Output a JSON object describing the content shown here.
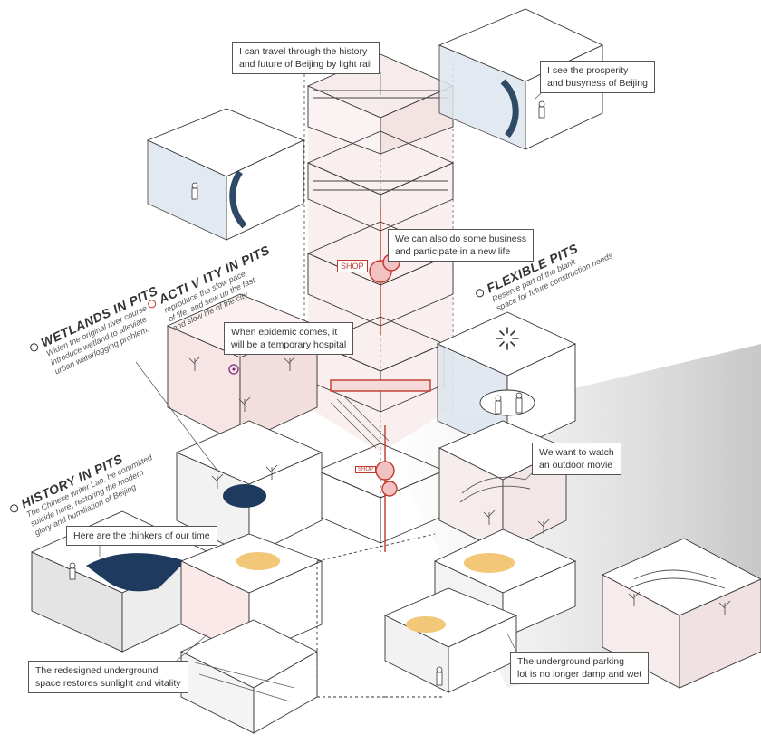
{
  "titles": {
    "wetlands": {
      "title": "WETLANDS IN PITS",
      "desc": [
        "Widen the original river course",
        "introduce wetland to alleviate",
        "urban waterlogging problem."
      ]
    },
    "activity": {
      "title": "ACTI V ITY IN PITS",
      "desc": [
        "reproduce the slow pace",
        "of life, and sew up the fast",
        "and slow life of the city"
      ]
    },
    "flexible": {
      "title": "FLEXIBLE PITS",
      "desc": [
        "Reserve part of the blank",
        "space for future construction needs"
      ]
    },
    "history": {
      "title": "HISTORY IN PITS",
      "desc": [
        "The Chinese writer Lao, he committed",
        "suicide here, restoring the modern",
        "glory and humiliation of Beijing"
      ]
    }
  },
  "callouts": {
    "light_rail": [
      "I can travel through the history",
      "and future of Beijing by light rail"
    ],
    "prosperity": [
      "I see the prosperity",
      "and busyness of Beijing"
    ],
    "business": [
      "We can also do some business",
      "and participate in a new life"
    ],
    "epidemic": [
      "When epidemic comes, it",
      "will be a temporary hospital"
    ],
    "movie": [
      "We want to watch",
      "an outdoor movie"
    ],
    "thinkers": [
      "Here are the thinkers of our time"
    ],
    "sunlight": [
      "The redesigned underground",
      "space restores sunlight and vitality"
    ],
    "parking": [
      "The underground parking",
      "lot is no longer damp and wet"
    ]
  },
  "tags": {
    "shop_large": "SHOP",
    "shop_small": "SHOP"
  },
  "colors": {
    "ink": "#3a3a3a",
    "accent_red": "#c0392b",
    "pink": "#f3dcdc",
    "navy": "#1e3a5f",
    "glass": "#dfe6ee",
    "sun": "#f2c777"
  },
  "icons": {
    "loading": "loading-spinner-icon",
    "biohazard": "biohazard-icon",
    "person": "person-figure-icon",
    "tree": "tree-icon"
  }
}
